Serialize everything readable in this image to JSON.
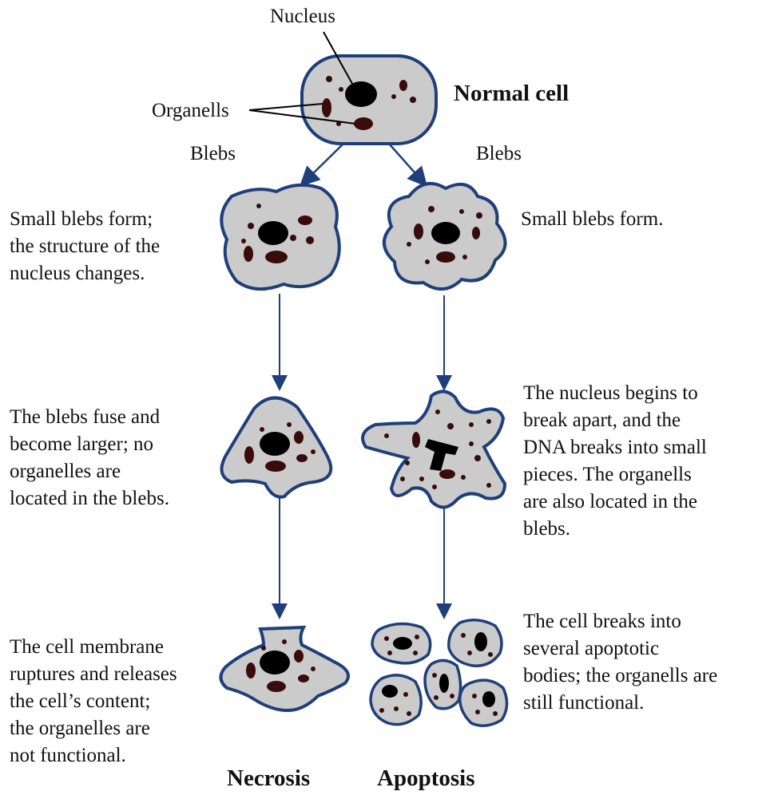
{
  "labels": {
    "nucleus": "Nucleus",
    "organells": "Organells",
    "normal_cell": "Normal cell",
    "blebs_left": "Blebs",
    "blebs_right": "Blebs",
    "necrosis": "Necrosis",
    "apoptosis": "Apoptosis"
  },
  "necrosis_steps": [
    [
      "Small blebs form;",
      "the structure of the",
      "nucleus changes."
    ],
    [
      "The blebs fuse and",
      "become larger; no",
      "organelles are",
      "located in the blebs."
    ],
    [
      "The cell membrane",
      "ruptures and releases",
      "the cell’s content;",
      "the organelles are",
      "not functional."
    ]
  ],
  "apoptosis_steps": [
    [
      "Small blebs form."
    ],
    [
      "The nucleus begins to",
      "break apart, and the",
      "DNA breaks into small",
      "pieces. The organells",
      "are also located in the",
      "blebs."
    ],
    [
      "The cell breaks into",
      "several apoptotic",
      "bodies; the organells are",
      "still functional."
    ]
  ],
  "colors": {
    "cell_fill": "#cbcbcb",
    "membrane": "#1f3f7a",
    "organelle": "#3a0b0b",
    "arrow": "#1f3f7a"
  }
}
